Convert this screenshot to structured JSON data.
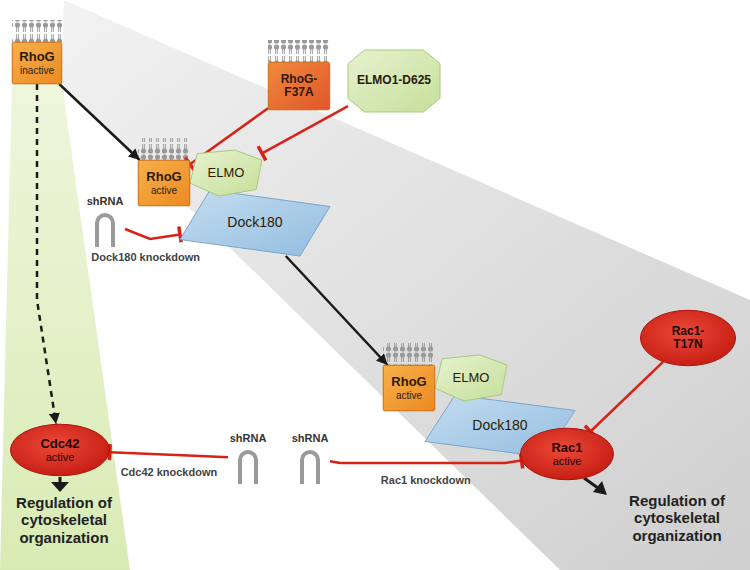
{
  "diagram": {
    "nodes": [
      {
        "text": [
          "RhoG",
          "inactive"
        ]
      },
      {
        "text": [
          "RhoG- F37A"
        ]
      },
      {
        "text": [
          "ELMO1-D625"
        ]
      },
      {
        "text": [
          "RhoG",
          "active"
        ]
      },
      {
        "text": [
          "ELMO"
        ]
      },
      {
        "text": [
          "Dock180"
        ]
      },
      {
        "text": [
          "shRNA"
        ]
      },
      {
        "text": [
          "RhoG",
          "active"
        ]
      },
      {
        "text": [
          "ELMO"
        ]
      },
      {
        "text": [
          "Dock180"
        ]
      },
      {
        "text": [
          "Rac1- T17N"
        ]
      },
      {
        "text": [
          "Cdc42",
          "active"
        ]
      },
      {
        "text": [
          "shRNA"
        ]
      },
      {
        "text": [
          "shRNA"
        ]
      },
      {
        "text": [
          "Rac1",
          "active"
        ]
      }
    ],
    "edges": [
      {
        "from": 0,
        "to": 3,
        "arrow": "to"
      },
      {
        "from": 0,
        "to": 11,
        "arrow": "to"
      },
      {
        "from": 1,
        "to": 3,
        "arrow": "to"
      },
      {
        "from": 2,
        "to": 4,
        "arrow": "to"
      },
      {
        "from": 6,
        "to": 5,
        "label": "Dock180 knockdown",
        "arrow": "to"
      },
      {
        "from": 5,
        "to": 7,
        "arrow": "to"
      },
      {
        "from": 10,
        "to": 14,
        "arrow": "to"
      },
      {
        "from": 12,
        "to": 11,
        "label": "Cdc42 knockdown",
        "arrow": "to"
      },
      {
        "from": 13,
        "to": 14,
        "label": "Rac1 knockdown",
        "arrow": "to"
      }
    ],
    "labels": [
      "Regulation of cytoskeletal organization",
      "Regulation of cytoskeletal organization"
    ]
  }
}
